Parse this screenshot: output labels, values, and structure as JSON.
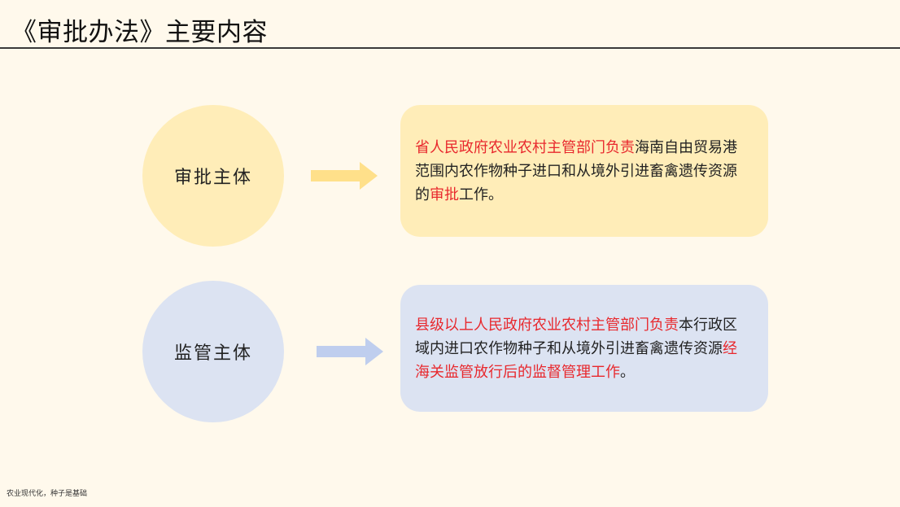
{
  "title": "《审批办法》主要内容",
  "rows": [
    {
      "label": "审批主体",
      "segments": [
        {
          "text": "省人民政府农业农村主管部门负责",
          "highlight": true
        },
        {
          "text": "海南自由贸易港范围内农作物种子进口和从境外引进畜禽遗传资源的",
          "highlight": false
        },
        {
          "text": "审批",
          "highlight": true
        },
        {
          "text": "工作。",
          "highlight": false
        }
      ]
    },
    {
      "label": "监管主体",
      "segments": [
        {
          "text": "县级以上人民政府农业农村主管部门负责",
          "highlight": true
        },
        {
          "text": "本行政区域内进口农作物种子和从境外引进畜禽遗传资源",
          "highlight": false
        },
        {
          "text": "经海关监管放行后的监督管理工作",
          "highlight": true
        },
        {
          "text": "。",
          "highlight": false
        }
      ]
    }
  ],
  "footer": "农业现代化，种子是基础",
  "colors": {
    "background": "#FFF9EC",
    "approval_fill": "#FFEDB8",
    "supervision_fill": "#DCE3F2",
    "highlight_text": "#E8282D",
    "approval_arrow": "#FFE08A",
    "supervision_arrow": "#BFCEEE"
  },
  "icons": [
    "arrow-right-icon",
    "arrow-right-icon"
  ]
}
